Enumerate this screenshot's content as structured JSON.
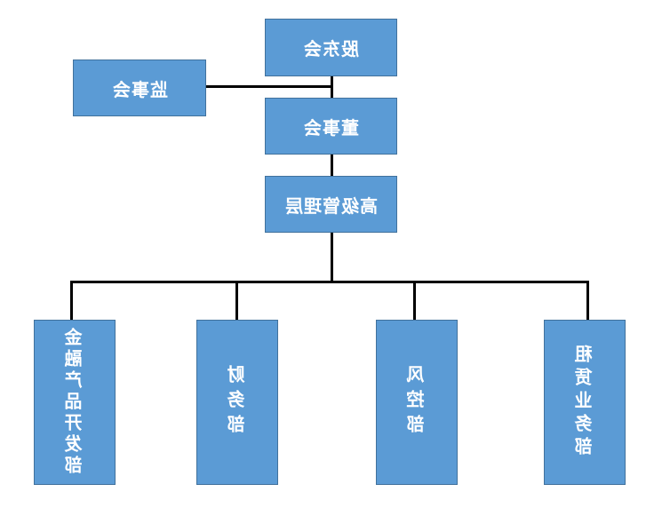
{
  "diagram": {
    "nodes": {
      "shareholders": "股东会",
      "supervisors": "监事会",
      "board": "董事会",
      "senior_mgmt": "高级管理层",
      "fin_product_dev": "金融产品开发部",
      "finance": "财务部",
      "risk_control": "风控部",
      "leasing": "租赁业务部"
    },
    "style": {
      "box_fill": "#5b9bd5",
      "box_border": "#41719c",
      "text_color": "#ffffff",
      "line_color": "#000000",
      "text_mirrored": true
    }
  }
}
